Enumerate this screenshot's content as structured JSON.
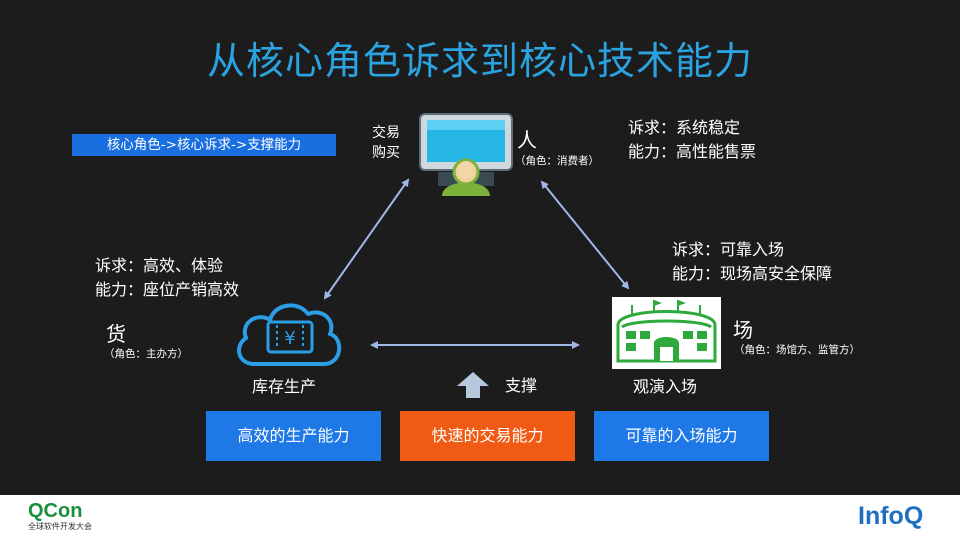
{
  "title": "从核心角色诉求到核心技术能力",
  "tag": "核心角色->核心诉求->支撑能力",
  "person": {
    "action_line1": "交易",
    "action_line2": "购买",
    "name": "人",
    "role": "（角色：消费者）",
    "demand": "诉求：系统稳定",
    "ability": "能力：高性能售票"
  },
  "goods": {
    "demand": "诉求：高效、体验",
    "ability": "能力：座位产销高效",
    "name": "货",
    "role": "（角色：主办方）",
    "caption": "库存生产",
    "icon_symbol": "¥"
  },
  "venue": {
    "demand": "诉求：可靠入场",
    "ability": "能力：现场高安全保障",
    "name": "场",
    "role": "（角色：场馆方、监管方）",
    "caption": "观演入场"
  },
  "support_label": "支撑",
  "boxes": {
    "production": "高效的生产能力",
    "trade": "快速的交易能力",
    "entry": "可靠的入场能力"
  },
  "footer": {
    "qcon_brand": "QCon",
    "qcon_sub": "全球软件开发大会",
    "infoq_brand": "InfoQ"
  },
  "colors": {
    "title": "#2aa3e0",
    "tag_bg": "#1a6fe0",
    "box_blue": "#1e78e6",
    "box_orange": "#f05a14",
    "arrow": "#9fb8e6",
    "ticket_icon": "#2a9fe8",
    "stadium_icon": "#2eaa3c"
  }
}
